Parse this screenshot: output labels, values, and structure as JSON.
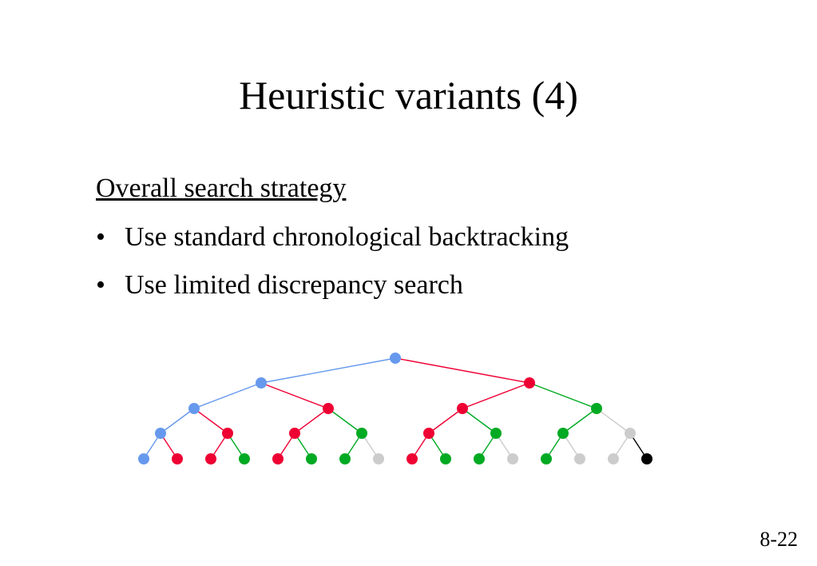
{
  "slide": {
    "title": "Heuristic variants (4)",
    "section_heading": "Overall search strategy",
    "bullet_glyph": "•",
    "bullets": [
      "Use standard chronological backtracking",
      "Use limited discrepancy search"
    ],
    "page_number": "8-22"
  },
  "tree": {
    "colors": {
      "blue": "#6699ee",
      "red": "#ee0033",
      "green": "#00aa22",
      "gray": "#cccccc",
      "black": "#000000"
    },
    "depth": 4,
    "node_colors": [
      [
        "blue"
      ],
      [
        "blue",
        "red"
      ],
      [
        "blue",
        "red",
        "red",
        "green"
      ],
      [
        "blue",
        "red",
        "red",
        "green",
        "red",
        "green",
        "green",
        "gray"
      ],
      [
        "blue",
        "red",
        "red",
        "green",
        "red",
        "green",
        "green",
        "gray",
        "red",
        "green",
        "green",
        "gray",
        "green",
        "gray",
        "gray",
        "black"
      ]
    ]
  }
}
